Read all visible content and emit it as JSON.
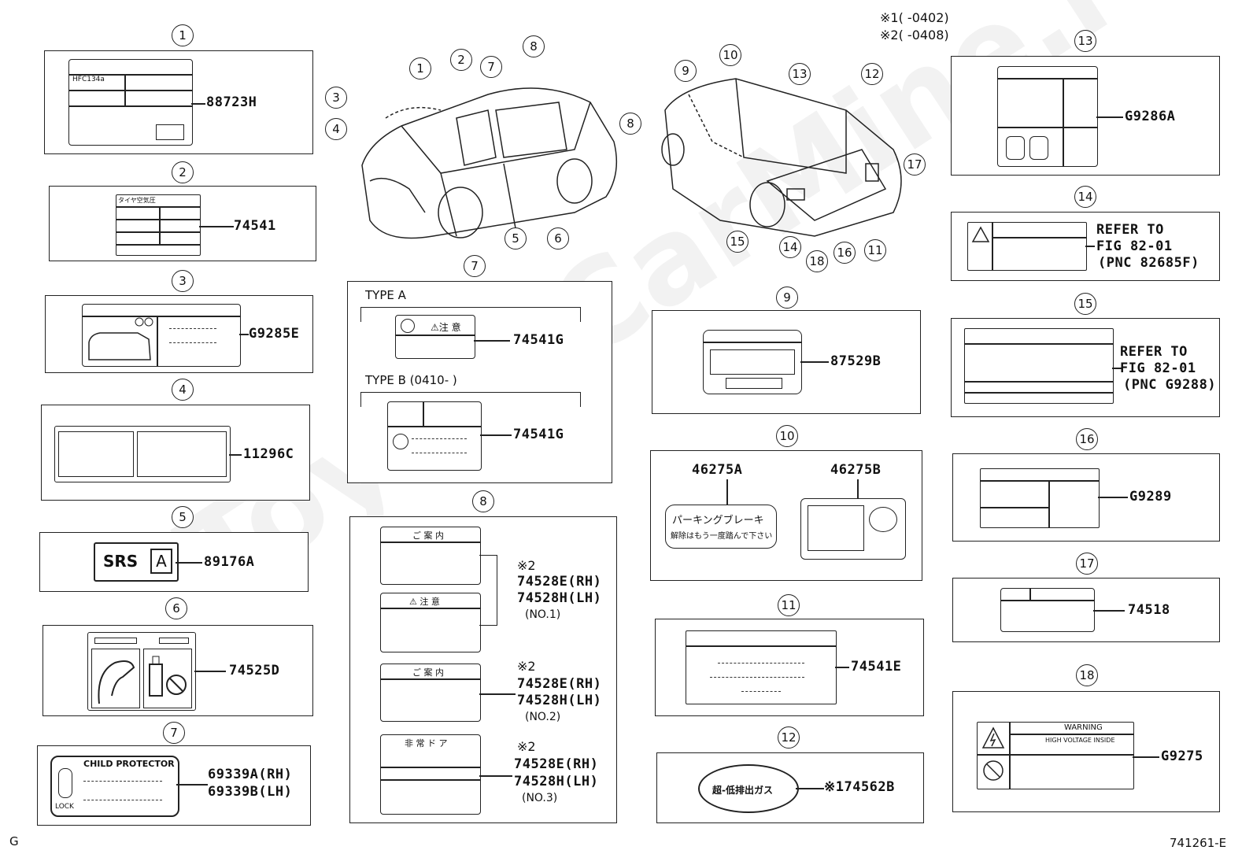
{
  "header": {
    "note1": "※1(      -0402)",
    "note2": "※2(      -0408)"
  },
  "footer": {
    "left": "G",
    "right": "741261-E"
  },
  "watermark": "ToyotaCarMine.ru",
  "circle_labels": [
    "1",
    "2",
    "3",
    "4",
    "5",
    "6",
    "7",
    "8",
    "9",
    "10",
    "11",
    "12",
    "13",
    "14",
    "15",
    "16",
    "17",
    "18"
  ],
  "parts": {
    "p1": {
      "num": "1",
      "pn": "88723H",
      "label_text": "HFC134a"
    },
    "p2": {
      "num": "2",
      "pn": "74541",
      "label_text": "タイヤ空気圧"
    },
    "p3": {
      "num": "3",
      "pn": "G9285E"
    },
    "p4": {
      "num": "4",
      "pn": "11296C"
    },
    "p5": {
      "num": "5",
      "pn": "89176A",
      "srs": "SRS",
      "badge": "A"
    },
    "p6": {
      "num": "6",
      "pn": "74525D"
    },
    "p7a": {
      "num": "7",
      "pn1": "69339A(RH)",
      "pn2": "69339B(LH)",
      "child": "CHILD PROTECTOR",
      "lock": "LOCK"
    },
    "p7": {
      "num": "7",
      "typeA": "TYPE A",
      "typeB": "TYPE B (0410-     )",
      "pnA": "74541G",
      "pnB": "74541G",
      "caution": "⚠注 意"
    },
    "p8": {
      "num": "8",
      "mark": "※2",
      "rh": "74528E(RH)",
      "lh": "74528H(LH)",
      "no1": "(NO.1)",
      "no2": "(NO.2)",
      "no3": "(NO.3)",
      "guide": "ご 案 内",
      "caution": "⚠ 注 意",
      "emergency": "非 常 ド ア"
    },
    "p9": {
      "num": "9",
      "pn": "87529B"
    },
    "p10": {
      "num": "10",
      "pnA": "46275A",
      "pnB": "46275B",
      "text1": "パーキングブレーキ",
      "text2": "解除はもう一度踏んで下さい"
    },
    "p11": {
      "num": "11",
      "pn": "74541E"
    },
    "p12": {
      "num": "12",
      "pn": "※174562B",
      "text": "超-低排出ガス"
    },
    "p13": {
      "num": "13",
      "pn": "G9286A"
    },
    "p14": {
      "num": "14",
      "l1": "REFER TO",
      "l2": "FIG 82-01",
      "l3": "(PNC 82685F)"
    },
    "p15": {
      "num": "15",
      "l1": "REFER TO",
      "l2": "FIG 82-01",
      "l3": "(PNC G9288)"
    },
    "p16": {
      "num": "16",
      "pn": "G9289"
    },
    "p17": {
      "num": "17",
      "pn": "74518"
    },
    "p18": {
      "num": "18",
      "pn": "G9275",
      "warning": "WARNING",
      "hv": "HIGH VOLTAGE INSIDE"
    }
  }
}
